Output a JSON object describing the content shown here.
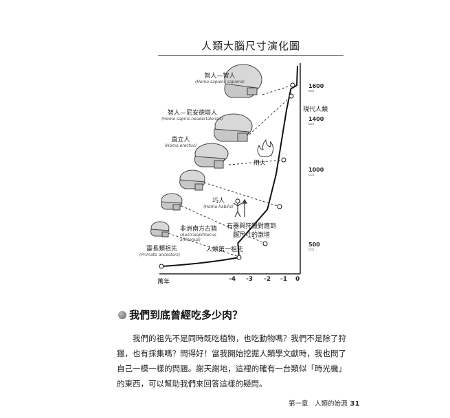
{
  "figure": {
    "title": "人類大腦尺寸演化圖",
    "stages": [
      {
        "cn": "智人—智人",
        "en": "(Homo sapiens sapiens)"
      },
      {
        "cn": "智人—尼安德塔人",
        "en": "(Homo sapins neadertalensis)"
      },
      {
        "cn": "直立人",
        "en": "(Homo erectus)"
      },
      {
        "cn": "巧人",
        "en": "(Homo habilis)"
      },
      {
        "cn": "非洲南方古猿",
        "en1": "(Australopithecus",
        "en2": "africanus)"
      },
      {
        "cn": "靈長類祖先",
        "en": "(Primate ancestors)"
      }
    ],
    "events": {
      "first_ancestor": "人類第一祖先",
      "tools_line1": "石器與狩獵對應到",
      "tools_line2": "腦尺寸的激增",
      "fire": "用火",
      "modern": "現代人類"
    },
    "y_ticks": [
      {
        "value": "1600",
        "unit": "ccs"
      },
      {
        "value": "1400",
        "unit": "ccs"
      },
      {
        "value": "1000",
        "unit": "ccs"
      },
      {
        "value": "500",
        "unit": "ccs"
      }
    ],
    "x_ticks": [
      "-4",
      "-3",
      "-2",
      "-1",
      "0"
    ],
    "x_unit": "萬年",
    "brain_curve": [
      {
        "x": -4.0,
        "y": 420
      },
      {
        "x": -2.0,
        "y": 530
      },
      {
        "x": -1.0,
        "y": 750
      },
      {
        "x": -0.7,
        "y": 980
      },
      {
        "x": -0.35,
        "y": 1460
      },
      {
        "x": -0.2,
        "y": 1590
      },
      {
        "x": 0,
        "y": 1610
      }
    ]
  },
  "section": {
    "heading": "我們到底曾經吃多少肉？"
  },
  "body": {
    "paragraph": "我們的祖先不是同時既吃植物，也吃動物嗎？我們不是除了狩獵，也有採集嗎？問得好！當我開始挖掘人類學文獻時，我也問了自己一模一樣的問題。謝天謝地，這裡的確有一台類似「時光機」的東西，可以幫助我們來回答這樣的疑問。"
  },
  "footer": {
    "chapter": "第一章　人類的始源",
    "page": "31"
  }
}
